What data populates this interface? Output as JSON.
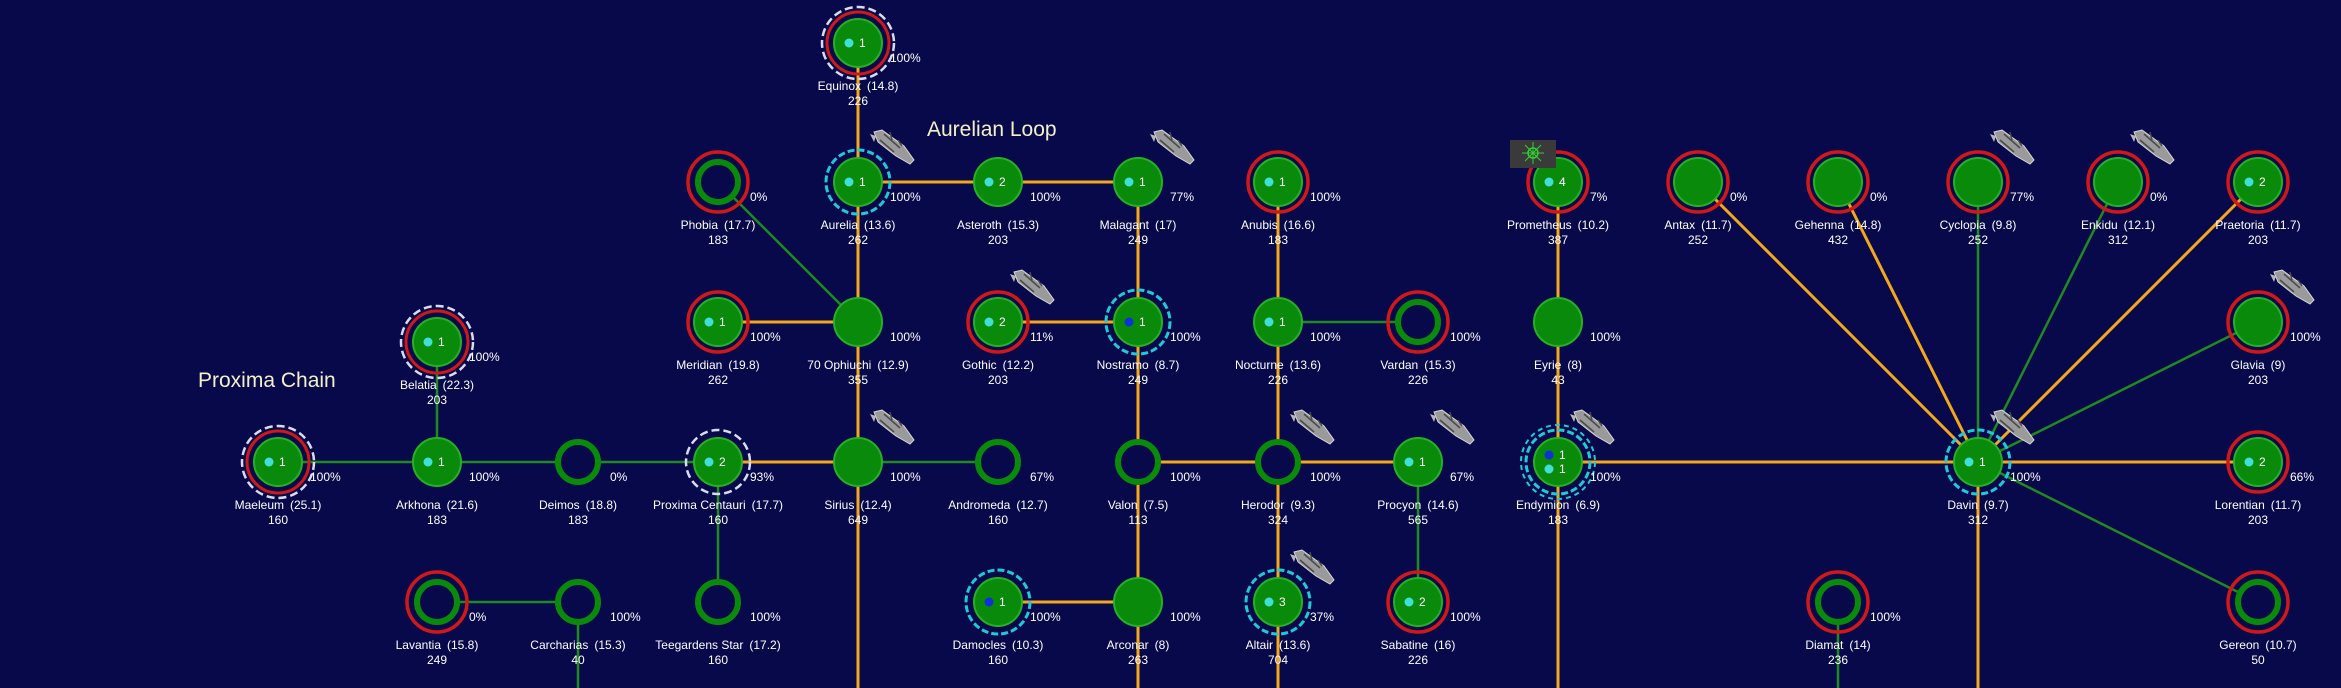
{
  "region_labels": [
    "Aurelian Loop",
    "Proxima Chain"
  ],
  "colors": {
    "background": "#07094a",
    "planet": "#0a8a0a",
    "planet_border": "#27b027",
    "ring_enemy": "#d01818",
    "ring_ally": "#20c8d8",
    "ring_neutral": "#d8dcf0",
    "supply_lane": "#f4a61c",
    "link_lane": "#1f8a1f",
    "label": "#ffffff"
  },
  "systems": [
    {
      "id": "equinox",
      "name": "Equinox",
      "value": "(14.8)",
      "pop": "226",
      "ships": "1",
      "pct": "100%",
      "ring": "neutral",
      "ring2": "enemy",
      "dot": "cyan",
      "planet": true
    },
    {
      "id": "phobia",
      "name": "Phobia",
      "value": "(17.7)",
      "pop": "183",
      "pct": "0%",
      "ring": "enemy",
      "planet": false
    },
    {
      "id": "aurelia",
      "name": "Aurelia",
      "value": "(13.6)",
      "pop": "262",
      "ships": "1",
      "pct": "100%",
      "ring": "ally",
      "dot": "cyan",
      "planet": true,
      "fleet": true
    },
    {
      "id": "asteroth",
      "name": "Asteroth",
      "value": "(15.3)",
      "pop": "203",
      "ships": "2",
      "pct": "100%",
      "dot": "cyan",
      "planet": true
    },
    {
      "id": "malagant",
      "name": "Malagant",
      "value": "(17)",
      "pop": "249",
      "ships": "1",
      "pct": "77%",
      "dot": "cyan",
      "planet": true,
      "fleet": true
    },
    {
      "id": "anubis",
      "name": "Anubis",
      "value": "(16.6)",
      "pop": "183",
      "ships": "1",
      "pct": "100%",
      "ring": "enemy",
      "dot": "cyan",
      "planet": true
    },
    {
      "id": "prometheus",
      "name": "Prometheus",
      "value": "(10.2)",
      "pop": "387",
      "ships": "4",
      "pct": "7%",
      "ring": "enemy",
      "dot": "cyan",
      "planet": true,
      "beacon": true
    },
    {
      "id": "antax",
      "name": "Antax",
      "value": "(11.7)",
      "pop": "252",
      "pct": "0%",
      "ring": "enemy",
      "planet": true
    },
    {
      "id": "gehenna",
      "name": "Gehenna",
      "value": "(14.8)",
      "pop": "432",
      "pct": "0%",
      "ring": "enemy",
      "planet": true
    },
    {
      "id": "cyclopia",
      "name": "Cyclopia",
      "value": "(9.8)",
      "pop": "252",
      "pct": "77%",
      "ring": "enemy",
      "planet": true,
      "fleet": true
    },
    {
      "id": "enkidu",
      "name": "Enkidu",
      "value": "(12.1)",
      "pop": "312",
      "pct": "0%",
      "ring": "enemy",
      "planet": true,
      "fleet": true
    },
    {
      "id": "praetoria",
      "name": "Praetoria",
      "value": "(11.7)",
      "pop": "203",
      "ships": "2",
      "pct": "",
      "ring": "enemy",
      "dot": "cyan",
      "planet": true
    },
    {
      "id": "belatia",
      "name": "Belatia",
      "value": "(22.3)",
      "pop": "203",
      "ships": "1",
      "pct": "100%",
      "ring": "neutral",
      "ring2": "enemy",
      "dot": "cyan",
      "planet": true
    },
    {
      "id": "meridian",
      "name": "Meridian",
      "value": "(19.8)",
      "pop": "262",
      "ships": "1",
      "pct": "100%",
      "ring": "enemy",
      "dot": "cyan",
      "planet": true
    },
    {
      "id": "ophiuchi",
      "name": "70 Ophiuchi",
      "value": "(12.9)",
      "pop": "355",
      "pct": "100%",
      "planet": true
    },
    {
      "id": "gothic",
      "name": "Gothic",
      "value": "(12.2)",
      "pop": "203",
      "ships": "2",
      "pct": "11%",
      "ring": "enemy",
      "dot": "cyan",
      "planet": true,
      "fleet": true
    },
    {
      "id": "nostramo",
      "name": "Nostramo",
      "value": "(8.7)",
      "pop": "249",
      "ships": "1",
      "pct": "100%",
      "ring": "ally",
      "dot": "blue",
      "planet": true
    },
    {
      "id": "nocturne",
      "name": "Nocturne",
      "value": "(13.6)",
      "pop": "226",
      "ships": "1",
      "pct": "100%",
      "dot": "cyan",
      "planet": true
    },
    {
      "id": "vardan",
      "name": "Vardan",
      "value": "(15.3)",
      "pop": "226",
      "pct": "100%",
      "ring": "enemy",
      "planet": false
    },
    {
      "id": "eyrie",
      "name": "Eyrie",
      "value": "(8)",
      "pop": "43",
      "pct": "100%",
      "planet": true
    },
    {
      "id": "glavia",
      "name": "Glavia",
      "value": "(9)",
      "pop": "203",
      "pct": "100%",
      "ring": "enemy",
      "planet": true,
      "fleet": true
    },
    {
      "id": "maeleum",
      "name": "Maeleum",
      "value": "(25.1)",
      "pop": "160",
      "ships": "1",
      "pct": "100%",
      "ring": "neutral",
      "ring2": "enemy",
      "dot": "cyan",
      "planet": true
    },
    {
      "id": "arkhona",
      "name": "Arkhona",
      "value": "(21.6)",
      "pop": "183",
      "ships": "1",
      "pct": "100%",
      "dot": "cyan",
      "planet": true
    },
    {
      "id": "deimos",
      "name": "Deimos",
      "value": "(18.8)",
      "pop": "183",
      "pct": "0%",
      "planet": false
    },
    {
      "id": "proxima",
      "name": "Proxima Centauri",
      "value": "(17.7)",
      "pop": "160",
      "ships": "2",
      "pct": "93%",
      "ring": "neutral",
      "dot": "cyan",
      "planet": true
    },
    {
      "id": "sirius",
      "name": "Sirius",
      "value": "(12.4)",
      "pop": "649",
      "pct": "100%",
      "planet": true,
      "fleet": true
    },
    {
      "id": "andromeda",
      "name": "Andromeda",
      "value": "(12.7)",
      "pop": "160",
      "pct": "67%",
      "planet": false
    },
    {
      "id": "valon",
      "name": "Valon",
      "value": "(7.5)",
      "pop": "113",
      "pct": "100%",
      "planet": false
    },
    {
      "id": "herodor",
      "name": "Herodor",
      "value": "(9.3)",
      "pop": "324",
      "pct": "100%",
      "planet": false,
      "fleet": true
    },
    {
      "id": "procyon",
      "name": "Procyon",
      "value": "(14.6)",
      "pop": "565",
      "ships": "1",
      "pct": "67%",
      "dot": "cyan",
      "planet": true,
      "fleet": true
    },
    {
      "id": "endymion",
      "name": "Endymion",
      "value": "(6.9)",
      "pop": "183",
      "ships": "1",
      "ships2": "1",
      "pct": "100%",
      "ring": "ally",
      "ring2": "ally",
      "dot": "blue",
      "planet": true,
      "fleet": true
    },
    {
      "id": "davin",
      "name": "Davin",
      "value": "(9.7)",
      "pop": "312",
      "ships": "1",
      "pct": "100%",
      "ring": "ally",
      "dot": "cyan",
      "planet": true,
      "fleet": true
    },
    {
      "id": "lorentian",
      "name": "Lorentian",
      "value": "(11.7)",
      "pop": "203",
      "ships": "2",
      "pct": "66%",
      "ring": "enemy",
      "dot": "cyan",
      "planet": true
    },
    {
      "id": "lavantia",
      "name": "Lavantia",
      "value": "(15.8)",
      "pop": "249",
      "pct": "0%",
      "ring": "enemy",
      "planet": false
    },
    {
      "id": "carcharias",
      "name": "Carcharias",
      "value": "(15.3)",
      "pop": "40",
      "pct": "100%",
      "planet": false
    },
    {
      "id": "teegardens",
      "name": "Teegardens Star",
      "value": "(17.2)",
      "pop": "160",
      "pct": "100%",
      "planet": false
    },
    {
      "id": "damocles",
      "name": "Damocles",
      "value": "(10.3)",
      "pop": "160",
      "ships": "1",
      "pct": "100%",
      "ring": "ally",
      "dot": "blue",
      "planet": true
    },
    {
      "id": "arconar",
      "name": "Arconar",
      "value": "(8)",
      "pop": "263",
      "pct": "100%",
      "planet": true
    },
    {
      "id": "altair",
      "name": "Altair",
      "value": "(13.6)",
      "pop": "704",
      "ships": "3",
      "pct": "37%",
      "ring": "ally",
      "dot": "cyan",
      "planet": true,
      "fleet": true
    },
    {
      "id": "sabatine",
      "name": "Sabatine",
      "value": "(16)",
      "pop": "226",
      "ships": "2",
      "pct": "100%",
      "ring": "enemy",
      "dot": "cyan",
      "planet": true
    },
    {
      "id": "diamat",
      "name": "Diamat",
      "value": "(14)",
      "pop": "236",
      "pct": "100%",
      "ring": "enemy",
      "planet": false
    },
    {
      "id": "gereon",
      "name": "Gereon",
      "value": "(10.7)",
      "pop": "50",
      "pct": "",
      "ring": "enemy",
      "planet": false
    }
  ],
  "lanes": [
    {
      "a": "equinox",
      "b": "aurelia",
      "kind": "supply"
    },
    {
      "a": "aurelia",
      "b": "asteroth",
      "kind": "supply"
    },
    {
      "a": "asteroth",
      "b": "malagant",
      "kind": "supply"
    },
    {
      "a": "aurelia",
      "b": "ophiuchi",
      "kind": "supply"
    },
    {
      "a": "phobia",
      "b": "ophiuchi",
      "kind": "link"
    },
    {
      "a": "meridian",
      "b": "ophiuchi",
      "kind": "supply"
    },
    {
      "a": "ophiuchi",
      "b": "sirius",
      "kind": "supply"
    },
    {
      "a": "malagant",
      "b": "nostramo",
      "kind": "supply"
    },
    {
      "a": "gothic",
      "b": "nostramo",
      "kind": "supply"
    },
    {
      "a": "nostramo",
      "b": "valon",
      "kind": "supply"
    },
    {
      "a": "anubis",
      "b": "nocturne",
      "kind": "supply"
    },
    {
      "a": "nocturne",
      "b": "vardan",
      "kind": "link"
    },
    {
      "a": "nocturne",
      "b": "herodor",
      "kind": "supply"
    },
    {
      "a": "prometheus",
      "b": "eyrie",
      "kind": "supply"
    },
    {
      "a": "eyrie",
      "b": "endymion",
      "kind": "supply"
    },
    {
      "a": "belatia",
      "b": "arkhona",
      "kind": "link"
    },
    {
      "a": "maeleum",
      "b": "arkhona",
      "kind": "link"
    },
    {
      "a": "arkhona",
      "b": "deimos",
      "kind": "link"
    },
    {
      "a": "deimos",
      "b": "proxima",
      "kind": "link"
    },
    {
      "a": "proxima",
      "b": "sirius",
      "kind": "supply"
    },
    {
      "a": "sirius",
      "b": "andromeda",
      "kind": "link"
    },
    {
      "a": "proxima",
      "b": "teegardens",
      "kind": "link"
    },
    {
      "a": "lavantia",
      "b": "carcharias",
      "kind": "link"
    },
    {
      "a": "valon",
      "b": "herodor",
      "kind": "supply"
    },
    {
      "a": "herodor",
      "b": "procyon",
      "kind": "supply"
    },
    {
      "a": "procyon",
      "b": "sabatine",
      "kind": "link"
    },
    {
      "a": "valon",
      "b": "arconar",
      "kind": "supply"
    },
    {
      "a": "damocles",
      "b": "arconar",
      "kind": "supply"
    },
    {
      "a": "herodor",
      "b": "altair",
      "kind": "supply"
    },
    {
      "a": "endymion",
      "b": "davin",
      "kind": "supply"
    },
    {
      "a": "davin",
      "b": "lorentian",
      "kind": "supply"
    },
    {
      "a": "davin",
      "b": "antax",
      "kind": "supply"
    },
    {
      "a": "davin",
      "b": "gehenna",
      "kind": "supply"
    },
    {
      "a": "davin",
      "b": "cyclopia",
      "kind": "link"
    },
    {
      "a": "davin",
      "b": "enkidu",
      "kind": "link"
    },
    {
      "a": "davin",
      "b": "praetoria",
      "kind": "supply"
    },
    {
      "a": "davin",
      "b": "glavia",
      "kind": "link"
    },
    {
      "a": "davin",
      "b": "gereon",
      "kind": "link"
    }
  ]
}
